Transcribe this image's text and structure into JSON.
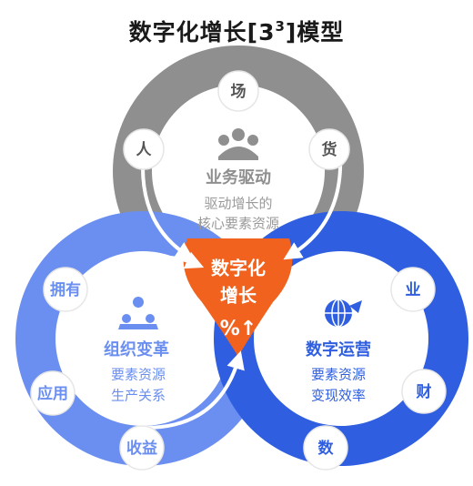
{
  "title": {
    "main": "数字化增长[3",
    "sup": "3",
    "end": "]模型"
  },
  "center": {
    "line1": "数字化",
    "line2": "增长",
    "line3": "%↑"
  },
  "circles": {
    "business": {
      "title": "业务驱动",
      "desc1": "驱动增长的",
      "desc2": "核心要素资源",
      "nodes": [
        "人",
        "场",
        "货"
      ],
      "icon": "people-group-icon",
      "color": "#8f8f8f"
    },
    "organization": {
      "title": "组织变革",
      "desc1": "要素资源",
      "desc2": "生产关系",
      "nodes": [
        "拥有",
        "应用",
        "收益"
      ],
      "icon": "org-network-icon",
      "color": "#6b8ff0"
    },
    "operation": {
      "title": "数字运营",
      "desc1": "要素资源",
      "desc2": "变现效率",
      "nodes": [
        "业",
        "财",
        "数"
      ],
      "icon": "globe-arrow-icon",
      "color": "#2f5fe0"
    }
  },
  "colors": {
    "center_orange": "#f0621e",
    "gray_ring": "#8f8f8f",
    "light_blue_ring": "#6b8ff0",
    "dark_blue_ring": "#2f5fe0"
  }
}
